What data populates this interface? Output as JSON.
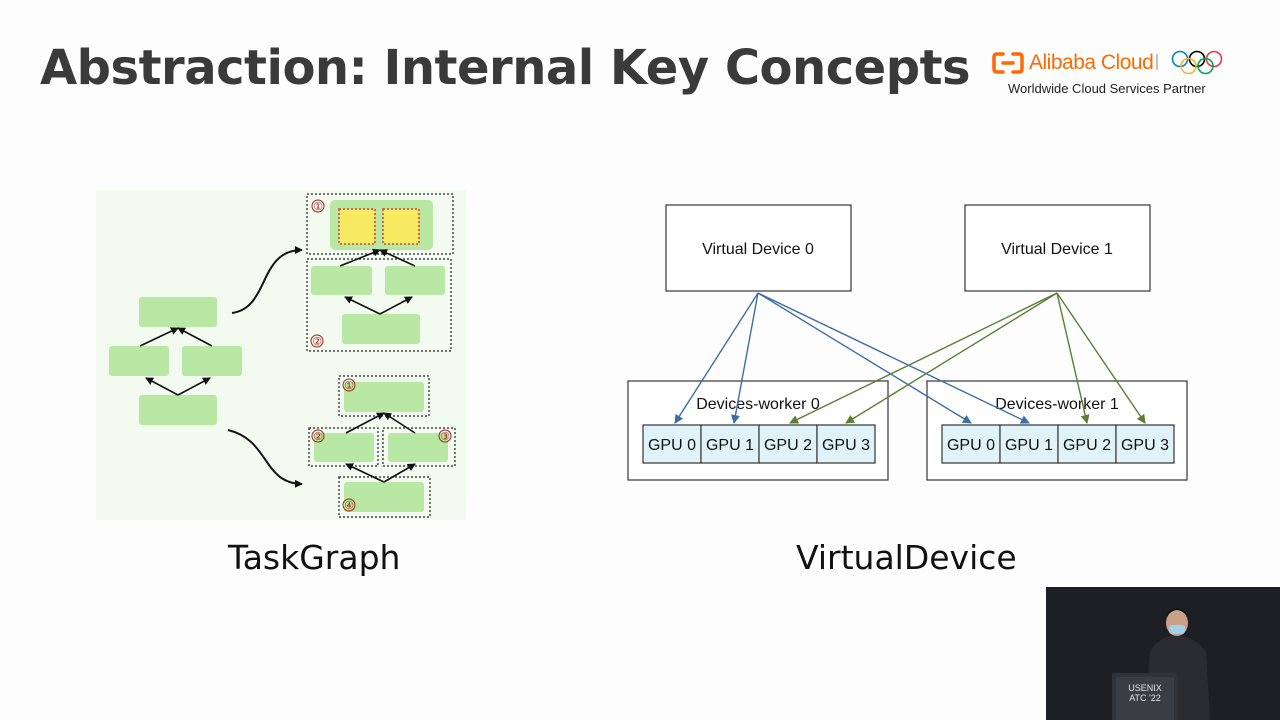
{
  "slide": {
    "title": "Abstraction: Internal Key Concepts"
  },
  "logo": {
    "brand": "Alibaba Cloud",
    "tagline": "Worldwide Cloud Services Partner"
  },
  "captions": {
    "left": "TaskGraph",
    "right": "VirtualDevice"
  },
  "taskgraph": {
    "markers": [
      "①",
      "②",
      "①",
      "②",
      "③",
      "④"
    ]
  },
  "virtual_device": {
    "devices": [
      "Virtual Device 0",
      "Virtual Device 1"
    ],
    "workers": [
      {
        "label": "Devices-worker 0",
        "gpus": [
          "GPU 0",
          "GPU 1",
          "GPU 2",
          "GPU 3"
        ]
      },
      {
        "label": "Devices-worker 1",
        "gpus": [
          "GPU 0",
          "GPU 1",
          "GPU 2",
          "GPU 3"
        ]
      }
    ]
  },
  "podium": {
    "line1": "USENIX",
    "line2": "ATC '22"
  },
  "colors": {
    "node_green": "#b9e8a4",
    "highlight_yellow": "#f7ea63",
    "gpu_fill": "#dff3f8",
    "arrow_blue": "#3d6ea8",
    "arrow_green": "#5b7f36",
    "brand_orange": "#ff6a00"
  }
}
